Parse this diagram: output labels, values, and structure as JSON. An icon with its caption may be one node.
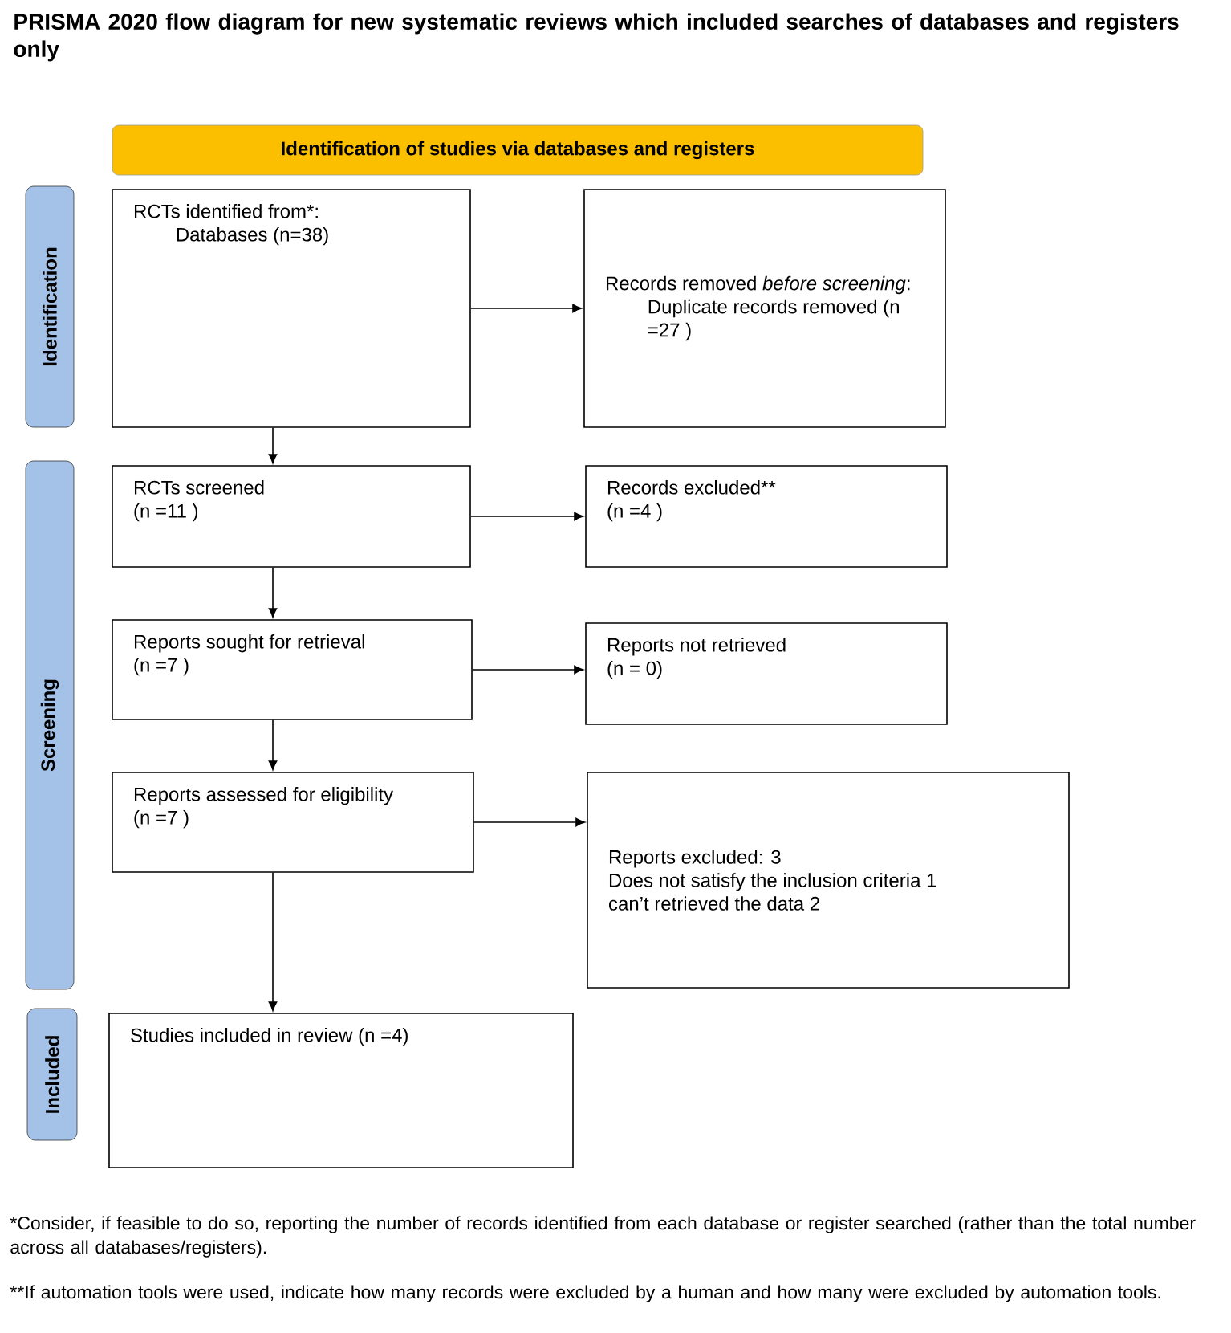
{
  "diagram": {
    "title": "PRISMA 2020 flow diagram for new systematic reviews which included searches of databases and registers only",
    "nodes": [
      {
        "text": [
          "Identification of studies via databases and registers"
        ]
      },
      {
        "text": [
          "Identification"
        ]
      },
      {
        "text": [
          "Screening"
        ]
      },
      {
        "text": [
          "Included"
        ]
      },
      {
        "text": [
          "RCTs identified from*:",
          "Databases (n=38)"
        ]
      },
      {
        "text": [
          "Records removed *before screening*:",
          "Duplicate records removed (n =27 )"
        ]
      },
      {
        "text": [
          "RCTs screened",
          "(n =11 )"
        ]
      },
      {
        "text": [
          "Records excluded**",
          "(n =4 )"
        ]
      },
      {
        "text": [
          "Reports sought for retrieval",
          "(n =7 )"
        ]
      },
      {
        "text": [
          "Reports not retrieved",
          "(n = 0)"
        ]
      },
      {
        "text": [
          "Reports assessed for eligibility",
          "(n =7 )"
        ]
      },
      {
        "text": [
          "Reports excluded: 3",
          "Does not satisfy the inclusion criteria 1",
          "can’t retrieved the data 2"
        ]
      },
      {
        "text": [
          "Studies included in review (n =4)"
        ]
      }
    ],
    "edges": [
      {
        "from": 4,
        "to": 5,
        "arrow": "to"
      },
      {
        "from": 4,
        "to": 6,
        "arrow": "to"
      },
      {
        "from": 6,
        "to": 7,
        "arrow": "to"
      },
      {
        "from": 6,
        "to": 8,
        "arrow": "to"
      },
      {
        "from": 8,
        "to": 9,
        "arrow": "to"
      },
      {
        "from": 8,
        "to": 10,
        "arrow": "to"
      },
      {
        "from": 10,
        "to": 11,
        "arrow": "to"
      },
      {
        "from": 10,
        "to": 12,
        "arrow": "to"
      }
    ],
    "labels": [
      "*Consider, if feasible to do so, reporting the number of records identified from each database or register searched (rather than the total number across all databases/registers).",
      "**If automation tools were used, indicate how many records were excluded by a human and how many were excluded by automation tools."
    ]
  }
}
